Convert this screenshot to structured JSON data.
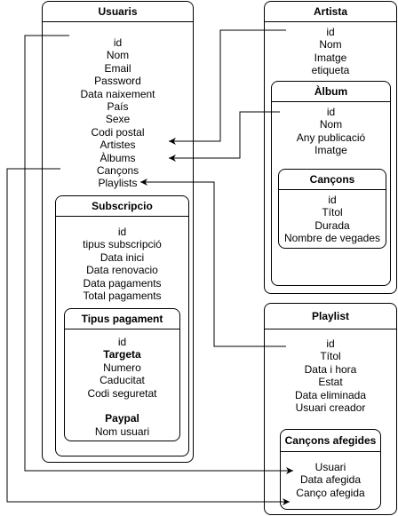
{
  "usuaris": {
    "title": "Usuaris",
    "fields": [
      "id",
      "Nom",
      "Email",
      "Password",
      "Data naixement",
      "País",
      "Sexe",
      "Codi postal",
      "Artistes",
      "Àlbums",
      "Cançons",
      "Playlists"
    ],
    "subscripcio": {
      "title": "Subscripcio",
      "fields": [
        "id",
        "tipus subscripció",
        "Data inici",
        "Data renovacio",
        "Data pagaments",
        "Total pagaments"
      ],
      "tipus_pagament": {
        "title": "Tipus pagament",
        "fields": [
          "id",
          "Targeta",
          "Numero",
          "Caducitat",
          "Codi seguretat",
          "",
          "Paypal",
          "Nom usuari"
        ]
      }
    }
  },
  "artista": {
    "title": "Artista",
    "fields": [
      "id",
      "Nom",
      "Imatge",
      "etiqueta"
    ],
    "album": {
      "title": "Àlbum",
      "fields": [
        "id",
        "Nom",
        "Any publicació",
        "Imatge"
      ],
      "cancons": {
        "title": "Cançons",
        "fields": [
          "id",
          "Títol",
          "Durada",
          "Nombre de vegades"
        ]
      }
    }
  },
  "playlist": {
    "title": "Playlist",
    "fields": [
      "id",
      "Títol",
      "Data i hora",
      "Estat",
      "Data eliminada",
      "Usuari creador"
    ],
    "cancons_afegides": {
      "title": "Cançons afegides",
      "fields": [
        "Usuari",
        "Data afegida",
        "Canço afegida"
      ]
    }
  }
}
